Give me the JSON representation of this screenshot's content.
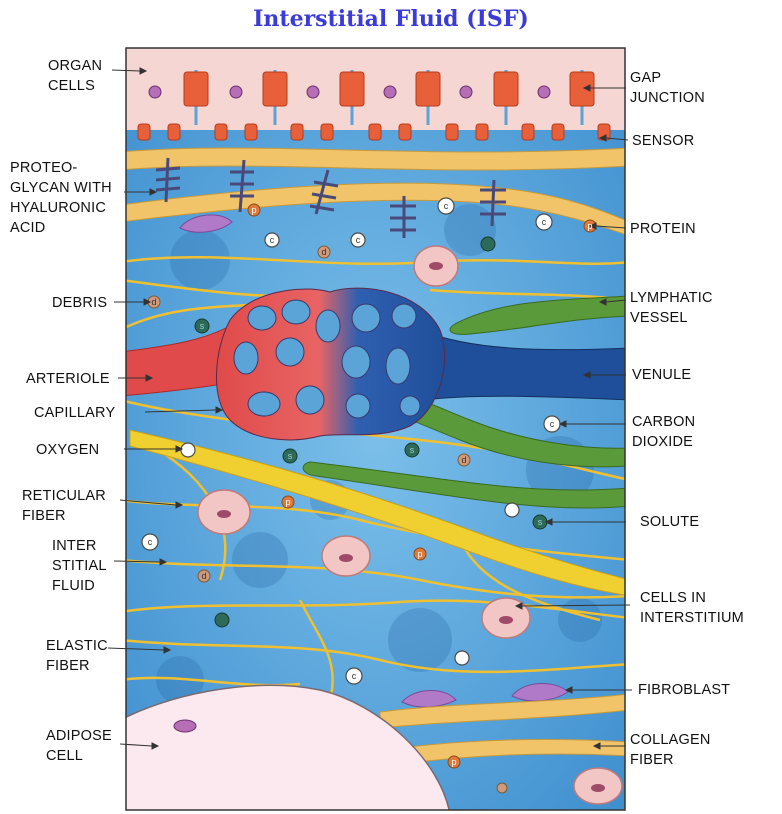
{
  "title": "Interstitial Fluid (ISF)",
  "colors": {
    "title": "#3b3bd6",
    "fluid": "#5aa4d8",
    "fluid_dark": "#3a7fc0",
    "organ_cells": "#f6d6d2",
    "gap_junction": "#e8603a",
    "collagen": "#f2c46a",
    "elastic": "#f0c030",
    "arteriole": "#e04a4a",
    "venule": "#1f4e9a",
    "lymphatic": "#5a9a3a",
    "adipose": "#fbe9ef"
  },
  "labels": {
    "left": [
      "ORGAN\nCELLS",
      "PROTEO-\nGLYCAN WITH\nHYALURONIC\nACID",
      "DEBRIS",
      "ARTERIOLE",
      "CAPILLARY",
      "OXYGEN",
      "RETICULAR\nFIBER",
      "INTER\nSTITIAL\nFLUID",
      "ELASTIC\nFIBER",
      "ADIPOSE\nCELL"
    ],
    "right": [
      "GAP\nJUNCTION",
      "SENSOR",
      "PROTEIN",
      "LYMPHATIC\nVESSEL",
      "VENULE",
      "CARBON\nDIOXIDE",
      "SOLUTE",
      "CELLS IN\nINTERSTITIUM",
      "FIBROBLAST",
      "COLLAGEN\nFIBER"
    ]
  },
  "markers": {
    "carbon_dioxide": "c",
    "protein": "p",
    "debris": "d",
    "solute": "s"
  }
}
